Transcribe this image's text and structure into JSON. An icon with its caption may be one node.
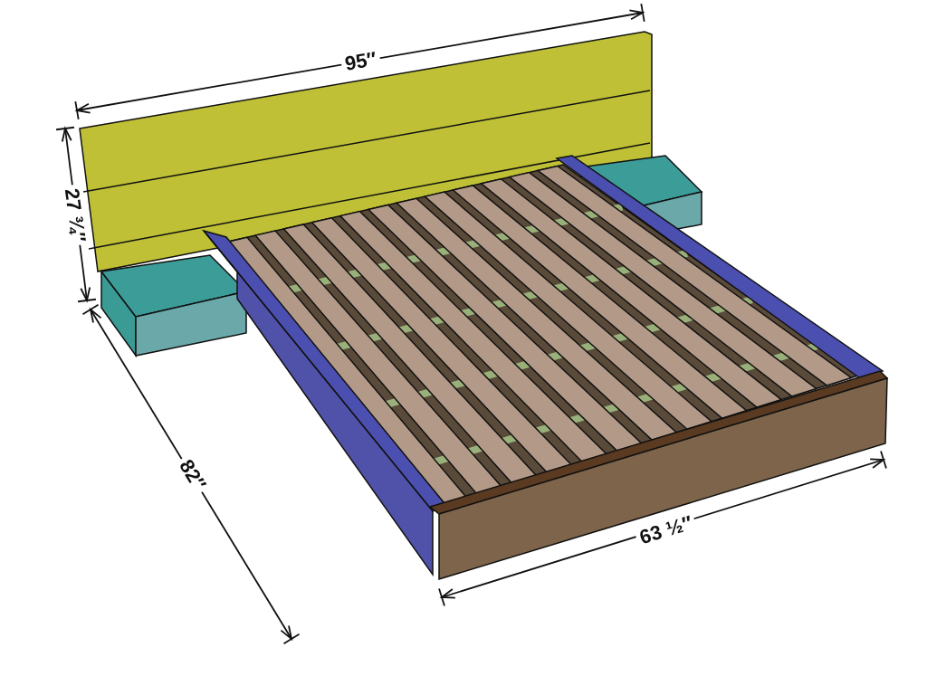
{
  "diagram": {
    "labels": [
      "95″",
      "27 ¾″",
      "82″",
      "63 ½″"
    ]
  }
}
